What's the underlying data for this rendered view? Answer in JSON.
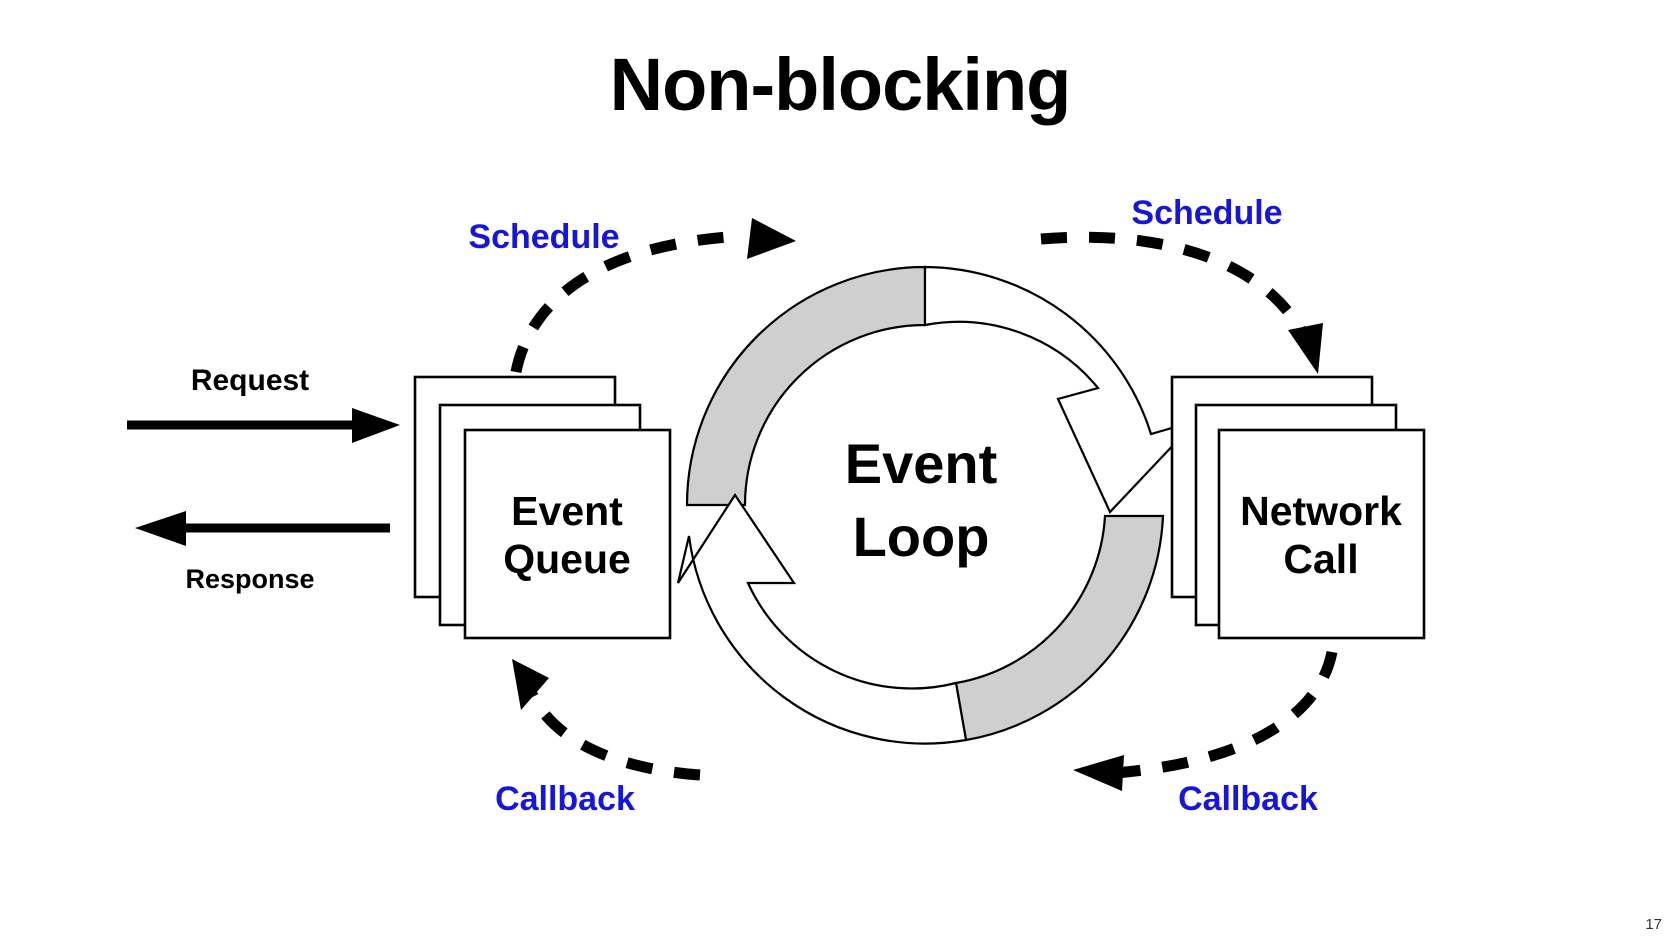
{
  "slide": {
    "title": "Non-blocking",
    "page_number": "17",
    "background_color": "#FFFFFF"
  },
  "colors": {
    "accent_blue": "#1515DD",
    "ribbon_gray": "#CFCFCF",
    "line_black": "#000000"
  },
  "io": {
    "request_label": "Request",
    "response_label": "Response"
  },
  "nodes": {
    "event_queue": {
      "line1": "Event",
      "line2": "Queue"
    },
    "event_loop": {
      "line1": "Event",
      "line2": "Loop"
    },
    "network_call": {
      "line1": "Network",
      "line2": "Call"
    }
  },
  "edges": {
    "schedule_left": "Schedule",
    "schedule_right": "Schedule",
    "callback_left": "Callback",
    "callback_right": "Callback"
  },
  "diagram_meta": {
    "type": "cycle-diagram",
    "node_count": 3,
    "dashed_edge_count": 4,
    "solid_edge_count": 2
  }
}
